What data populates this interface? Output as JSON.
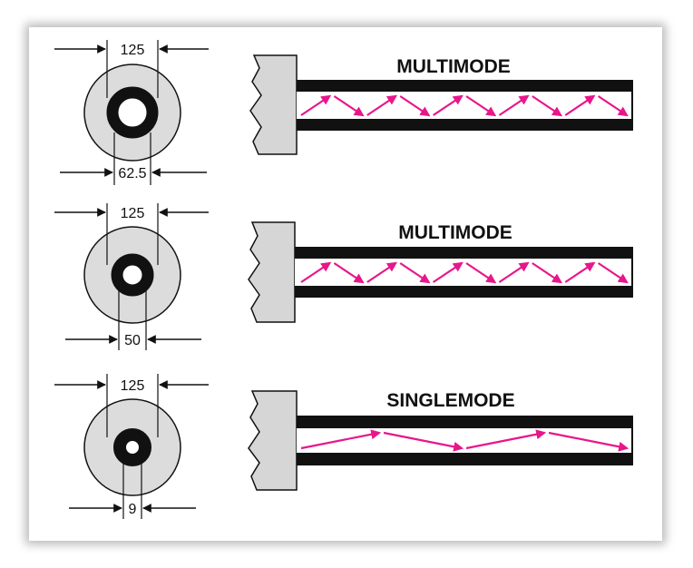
{
  "rows": [
    {
      "cladding_label": "125",
      "core_label": "62.5",
      "mode_title": "MULTIMODE",
      "mode": "multimode"
    },
    {
      "cladding_label": "125",
      "core_label": "50",
      "mode_title": "MULTIMODE",
      "mode": "multimode"
    },
    {
      "cladding_label": "125",
      "core_label": "9",
      "mode_title": "SINGLEMODE",
      "mode": "singlemode"
    }
  ],
  "colors": {
    "arrow": "#e8168b",
    "cladding": "#dcdcdc",
    "core_ring": "#111111",
    "block": "#d6d6d6"
  }
}
